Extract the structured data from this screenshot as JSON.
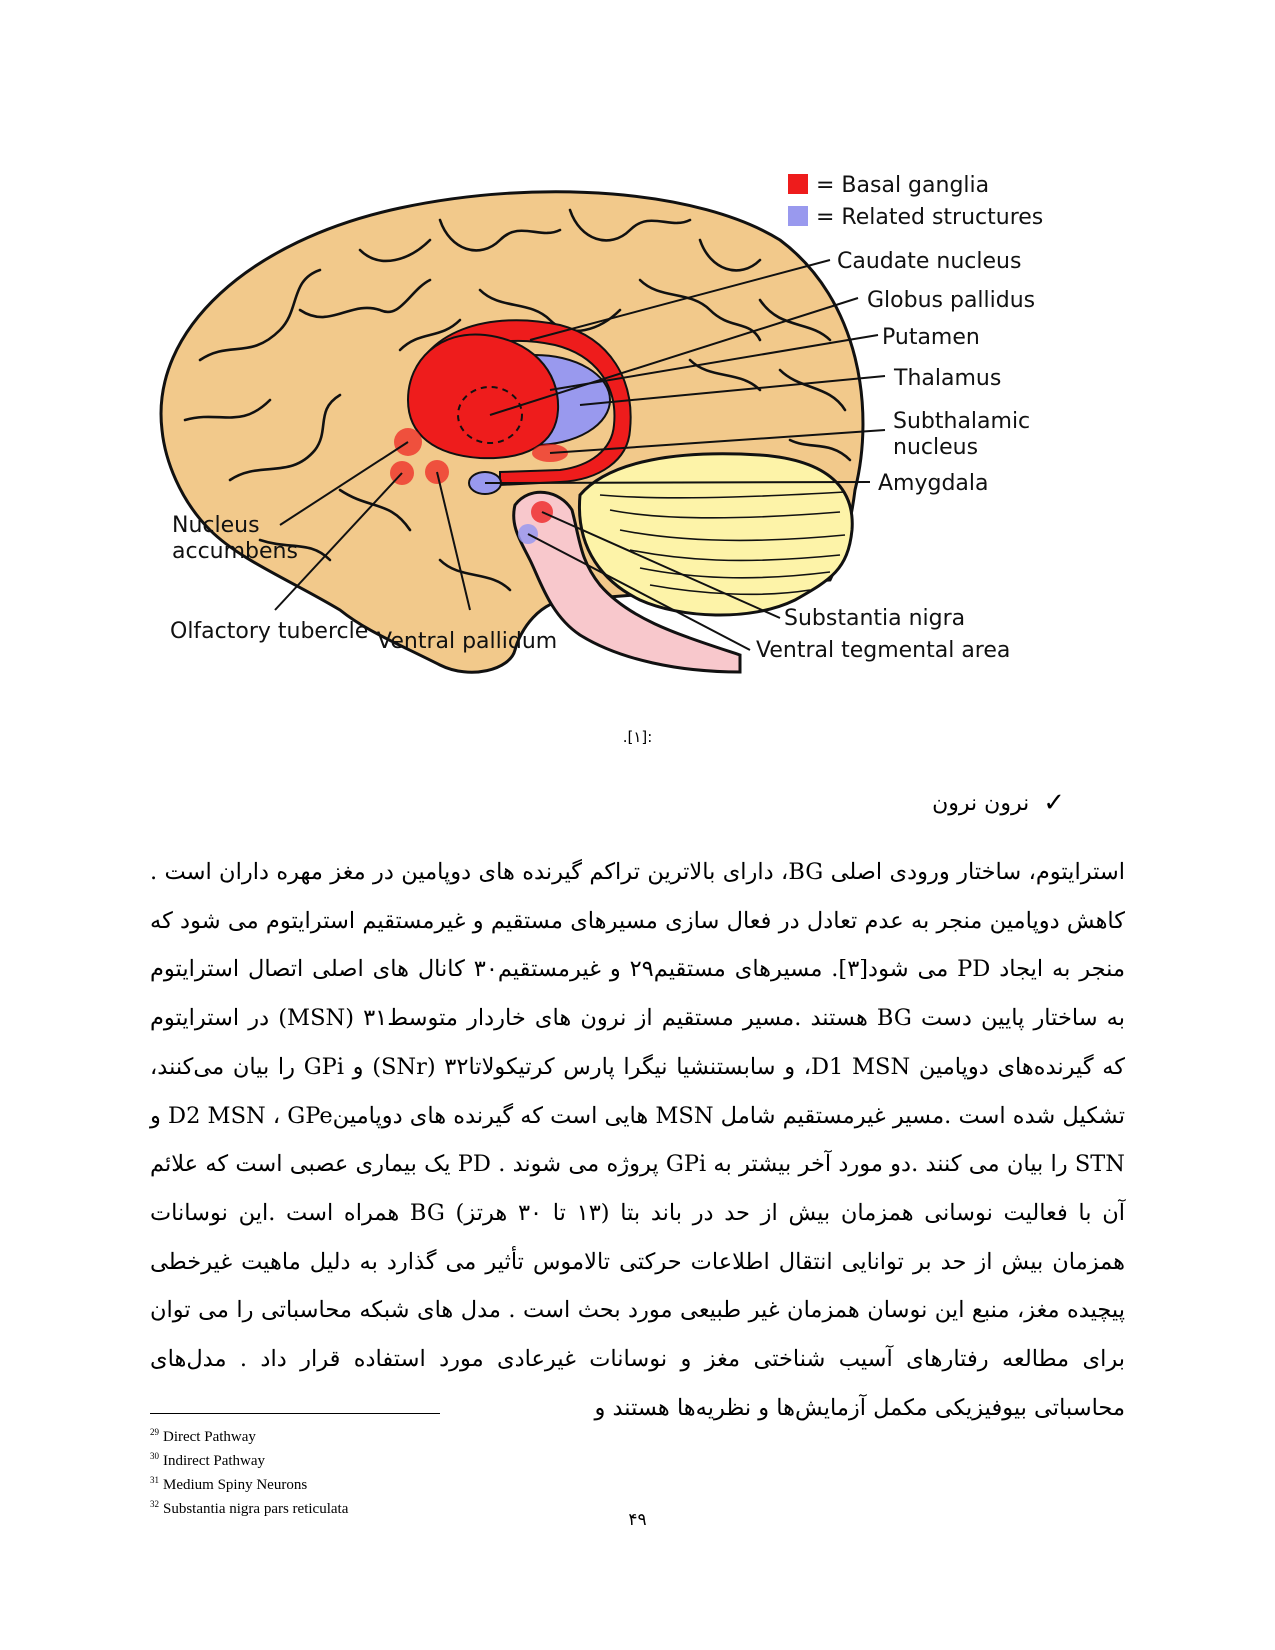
{
  "figure": {
    "legend": [
      {
        "label": "= Basal ganglia",
        "color": "#ee1c1c"
      },
      {
        "label": "= Related structures",
        "color": "#9999ee"
      }
    ],
    "labels": {
      "caudate": "Caudate nucleus",
      "globus": "Globus pallidus",
      "putamen": "Putamen",
      "thalamus": "Thalamus",
      "subthalamic_1": "Subthalamic",
      "subthalamic_2": "nucleus",
      "amygdala": "Amygdala",
      "accumbens_1": "Nucleus",
      "accumbens_2": "accumbens",
      "olfactory": "Olfactory tubercle",
      "ventral_pallidum": "Ventral pallidum",
      "substantia_nigra": "Substantia nigra",
      "vta": "Ventral tegmental area"
    },
    "colors": {
      "brain": "#f2c98b",
      "cerebellum": "#fdf3a8",
      "brainstem": "#f8c8cc",
      "outline": "#111111"
    }
  },
  "caption": ".[۱]:",
  "section_heading": "نرون نرون",
  "body_paragraph": "استرایتوم، ساختار ورودی اصلی BG، دارای بالاترین تراکم گیرنده های دوپامین در مغز مهره داران است . کاهش دوپامین منجر به عدم تعادل در فعال سازی مسیرهای مستقیم و غیرمستقیم استرایتوم می شود که منجر به ایجاد PD می شود[۳]. مسیرهای مستقیم۲۹ و غیرمستقیم۳۰ کانال های اصلی اتصال استرایتوم به ساختار پایین دست BG هستند .مسیر مستقیم از نرون های خاردار متوسط۳۱ (MSN) در استرایتوم که گیرنده‌های دوپامین D1 MSN، و سابستنشیا نیگرا پارس کرتیکولاتا۳۲ (SNr) و GPi را بیان می‌کنند، تشکیل شده است .مسیر غیرمستقیم شامل MSN هایی است که گیرنده های دوپامینD2 MSN ، GPe و STN را بیان می کنند .دو مورد آخر بیشتر به GPi پروژه می شوند . PD یک بیماری عصبی است که علائم آن با فعالیت نوسانی همزمان بیش از حد در باند بتا (۱۳ تا ۳۰ هرتز) BG همراه است .این نوسانات همزمان بیش از حد بر توانایی انتقال اطلاعات حرکتی تالاموس تأثیر می گذارد به دلیل ماهیت غیرخطی پیچیده مغز، منبع این نوسان همزمان غیر طبیعی مورد بحث است . مدل های شبکه محاسباتی را می توان برای مطالعه رفتارهای آسیب شناختی مغز و نوسانات غیرعادی مورد استفاده قرار داد . مدل‌های محاسباتی بیوفیزیکی مکمل آزمایش‌ها و نظریه‌ها هستند و",
  "footnotes": [
    {
      "num": "29",
      "text": "Direct Pathway"
    },
    {
      "num": "30",
      "text": "Indirect Pathway"
    },
    {
      "num": "31",
      "text": "Medium Spiny Neurons"
    },
    {
      "num": "32",
      "text": "Substantia nigra pars reticulata"
    }
  ],
  "page_number": "۴۹"
}
